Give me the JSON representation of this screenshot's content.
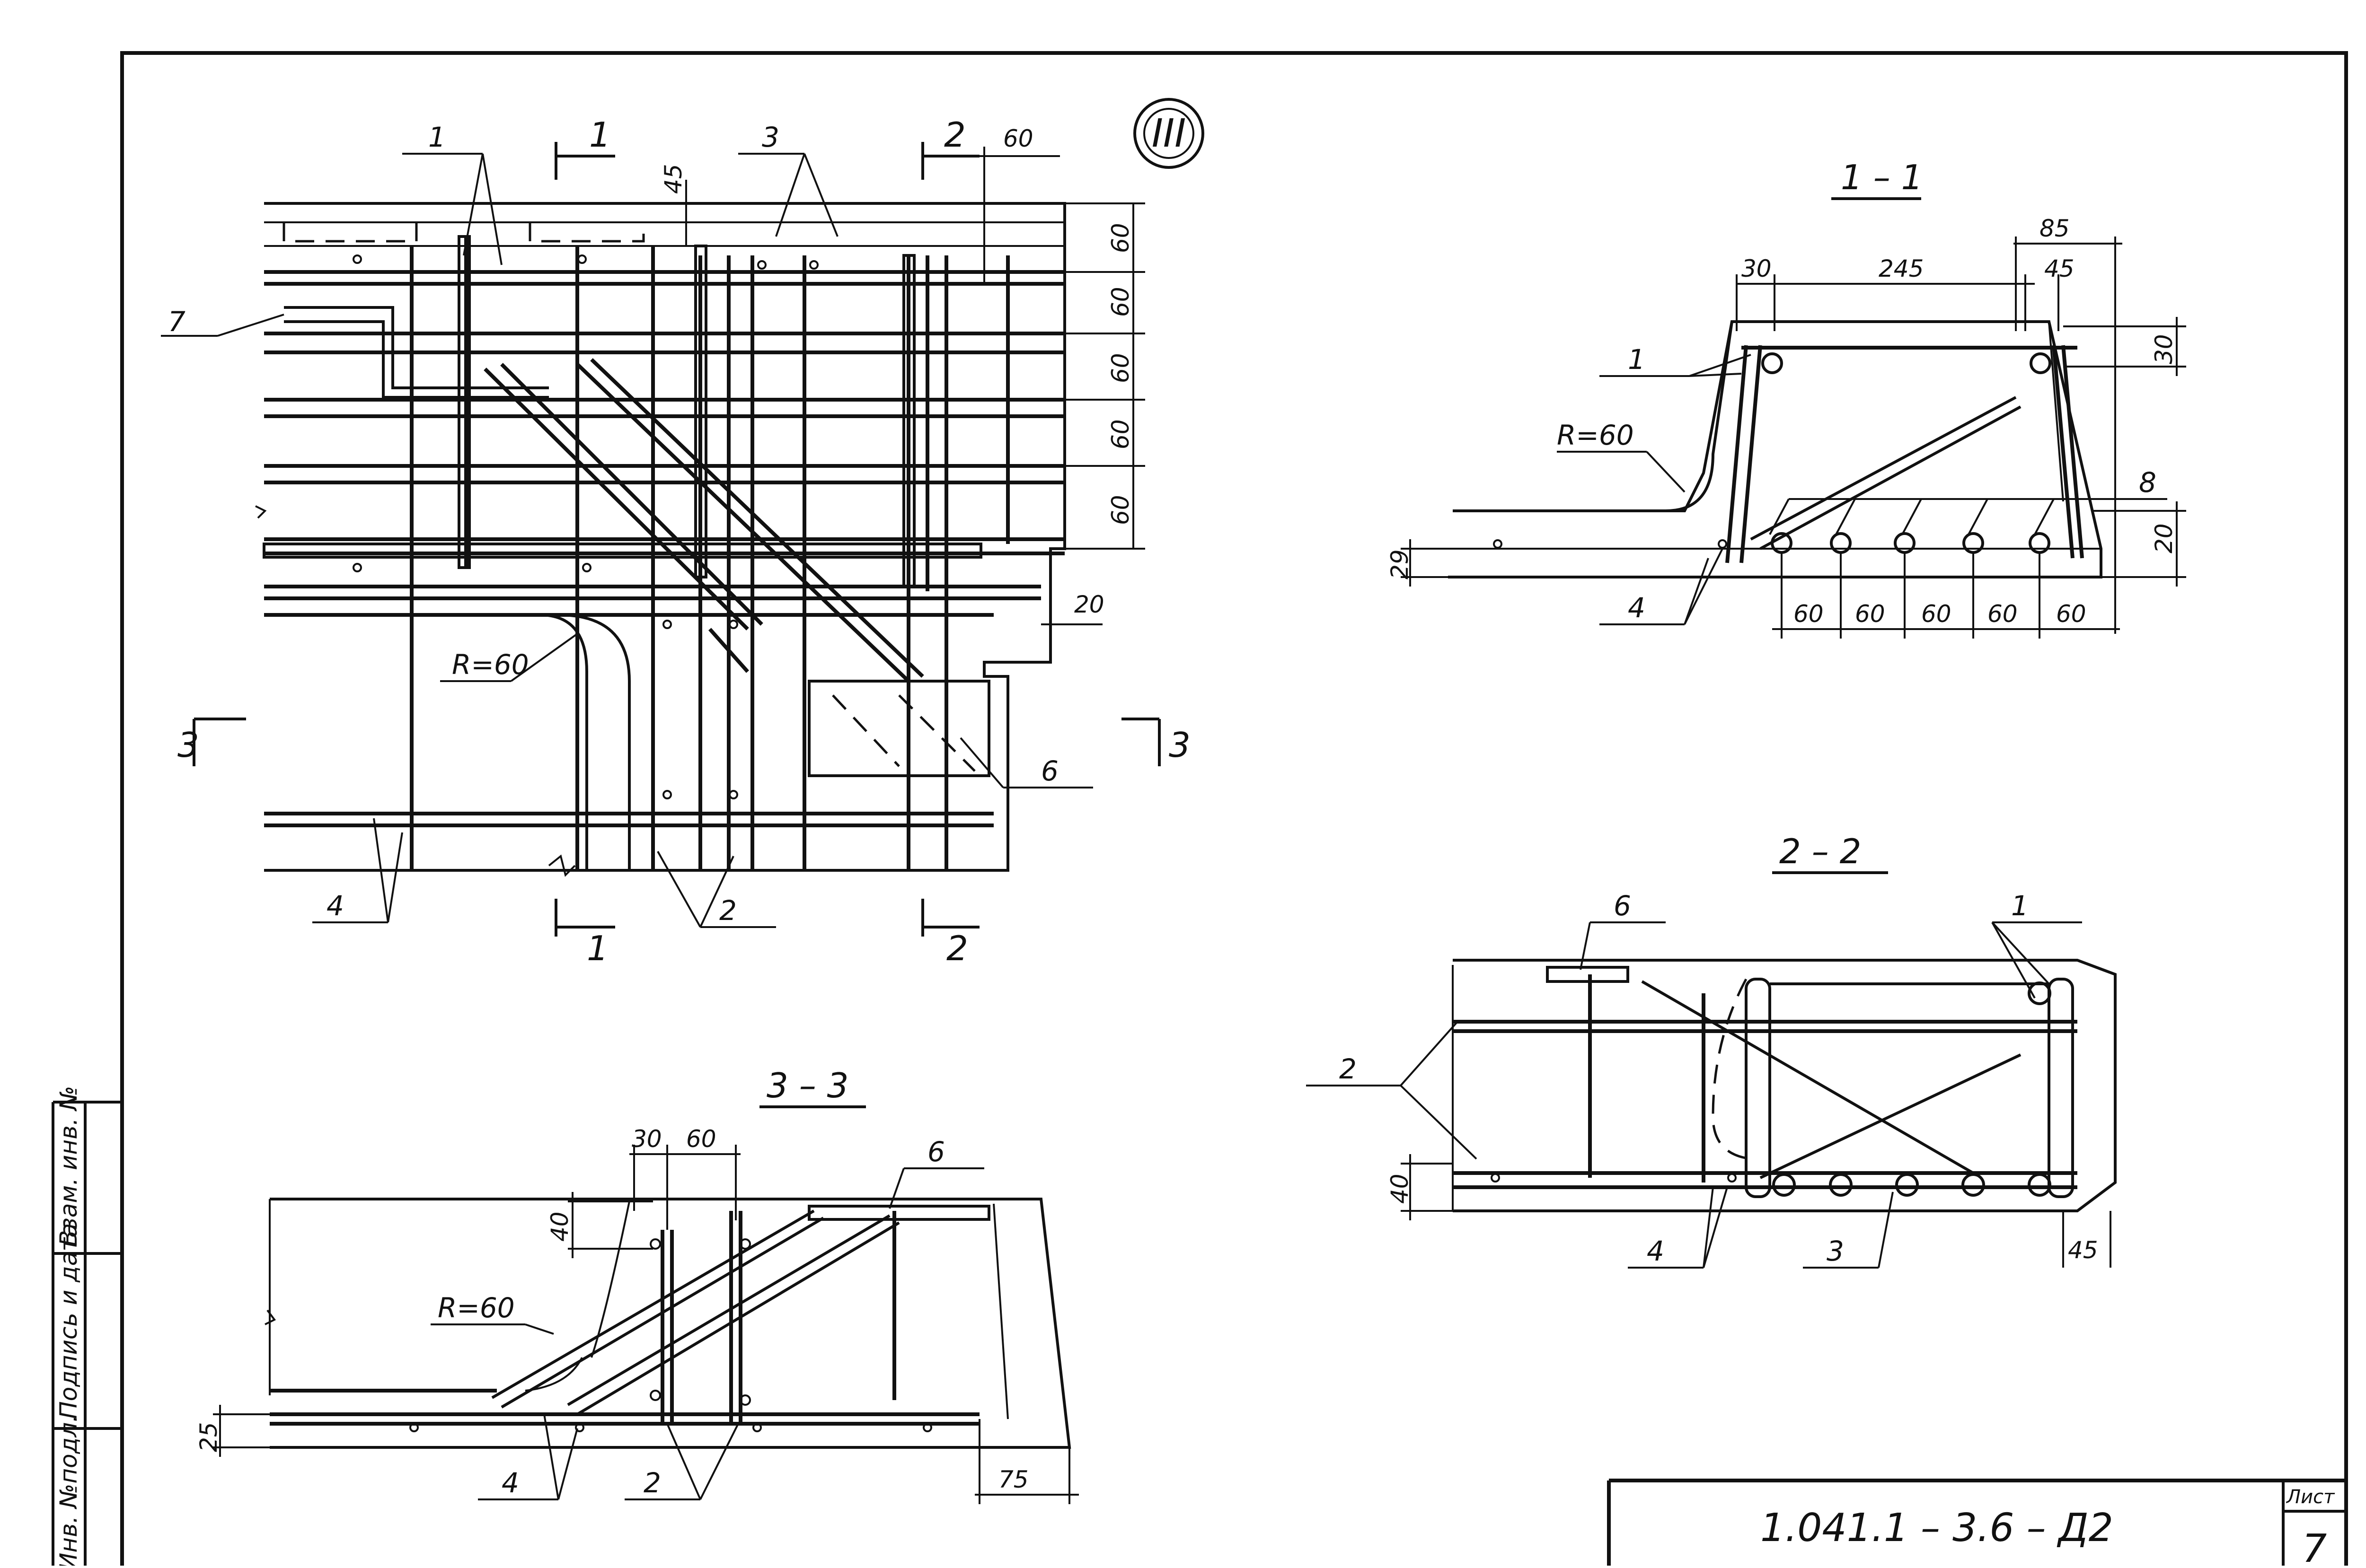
{
  "sheet_code": "1.041.1 – 3.6 – Д2",
  "sheet_label": "Лист",
  "sheet_number": "7",
  "side_stamp": [
    "Инв. №подл.",
    "Подпись и дата",
    "Взам. инв. №"
  ],
  "node_mark": "III",
  "sections": {
    "s11": "1 – 1",
    "s22": "2 – 2",
    "s33": "3 – 3"
  },
  "cut_marks": {
    "c1": "1",
    "c2": "2",
    "c3": "3"
  },
  "positions": {
    "p1": "1",
    "p2": "2",
    "p3": "3",
    "p4": "4",
    "p6": "6",
    "p7": "7",
    "p8": "8"
  },
  "radius": "R=60",
  "dims": {
    "d20": "20",
    "d25": "25",
    "d30": "30",
    "d40": "40",
    "d45": "45",
    "d60": "60",
    "d75": "75",
    "d85": "85",
    "d245": "245",
    "d29": "29"
  }
}
